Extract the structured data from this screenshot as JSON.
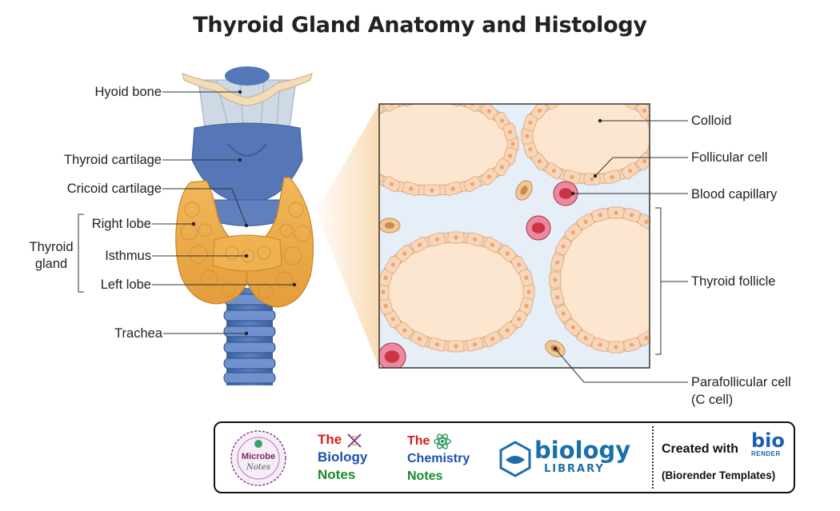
{
  "title": "Thyroid Gland Anatomy and Histology",
  "anatomy_labels": {
    "hyoid": "Hyoid bone",
    "thyroid_cartilage": "Thyroid cartilage",
    "cricoid_cartilage": "Cricoid cartilage",
    "thyroid_gland_line1": "Thyroid",
    "thyroid_gland_line2": "gland",
    "right_lobe": "Right lobe",
    "isthmus": "Isthmus",
    "left_lobe": "Left lobe",
    "trachea": "Trachea"
  },
  "histology_labels": {
    "colloid": "Colloid",
    "follicular_cell": "Follicular cell",
    "blood_capillary": "Blood capillary",
    "thyroid_follicle": "Thyroid follicle",
    "parafollicular_line1": "Parafollicular cell",
    "parafollicular_line2": "(C cell)"
  },
  "footer": {
    "microbe_line1": "Microbe",
    "microbe_line2": "Notes",
    "biology_the": "The",
    "biology_word": "Biology",
    "biology_notes": "Notes",
    "chemistry_the": "The",
    "chemistry_word": "Chemistry",
    "chemistry_notes": "Notes",
    "biology_library_1": "biology",
    "biology_library_2": "LIBRARY",
    "created_with": "Created with",
    "biorender_logo_1": "bio",
    "biorender_logo_2": "RENDER",
    "biorender_templates": "(Biorender Templates)"
  },
  "colors": {
    "cartilage": "#4a6fb0",
    "gland": "#eaa94a",
    "colloid": "#fde6cf",
    "cell": "#f7d7b8",
    "nucleus": "#f2a173",
    "interstitium": "#e6eef8",
    "rbc": "#cc3344"
  },
  "icons": [
    "microbe-notes-logo-icon",
    "dna-icon",
    "atom-icon",
    "biology-library-logo-icon",
    "biorender-logo-icon"
  ]
}
